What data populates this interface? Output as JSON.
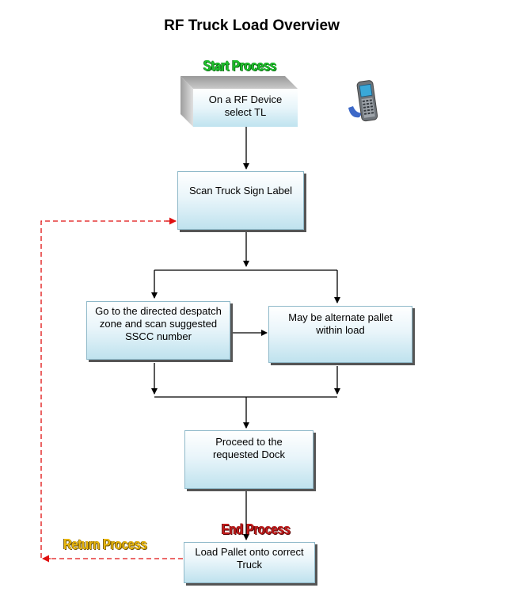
{
  "title": "RF Truck Load Overview",
  "labels": {
    "start": "Start Process",
    "end": "End Process",
    "return": "Return Process"
  },
  "steps": {
    "rf_device": "On a RF Device select TL",
    "scan_sign": "Scan Truck Sign Label",
    "despatch": "Go to the directed despatch zone and scan suggested SSCC number",
    "alternate": "May be alternate pallet within load",
    "proceed": "Proceed to the requested Dock",
    "load": "Load Pallet onto correct Truck"
  },
  "icons": {
    "device": "handheld-rf-scanner-icon"
  },
  "colors": {
    "start": "#1fc22c",
    "end": "#c41b1b",
    "return": "#e9b60c",
    "return_line": "#e01010"
  }
}
